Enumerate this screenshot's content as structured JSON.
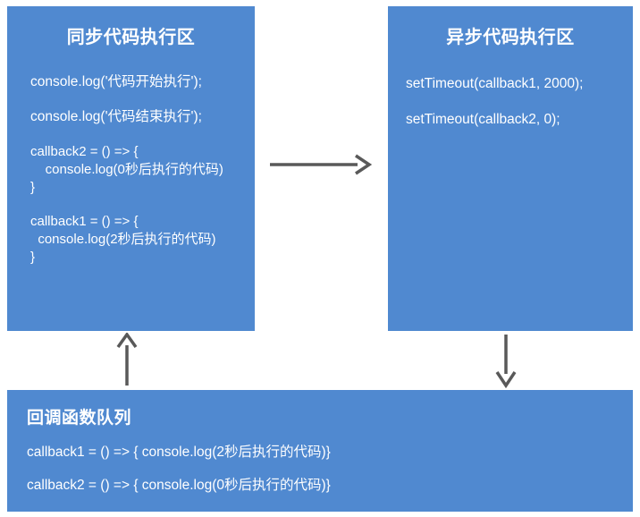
{
  "colors": {
    "panel_blue": "#5089D0",
    "text_white": "#FFFFFF",
    "arrow_gray": "#595959",
    "page_background": "#FFFFFF"
  },
  "sync_panel": {
    "title": "同步代码执行区",
    "statements": [
      "console.log('代码开始执行');",
      "console.log('代码结束执行');"
    ],
    "functions": [
      {
        "line1": "callback2 = () => {",
        "line2": "    console.log(0秒后执行的代码)",
        "line3": "}"
      },
      {
        "line1": "callback1 = () => {",
        "line2": "  console.log(2秒后执行的代码)",
        "line3": "}"
      }
    ]
  },
  "async_panel": {
    "title": "异步代码执行区",
    "statements": [
      "setTimeout(callback1, 2000);",
      "setTimeout(callback2, 0);"
    ]
  },
  "queue_panel": {
    "title": "回调函数队列",
    "statements": [
      "callback1 = () => { console.log(2秒后执行的代码)}",
      "callback2 = () => { console.log(0秒后执行的代码)}"
    ]
  },
  "arrows": {
    "sync_to_async": "arrow-right",
    "async_to_queue": "arrow-down",
    "queue_to_sync": "arrow-up"
  }
}
